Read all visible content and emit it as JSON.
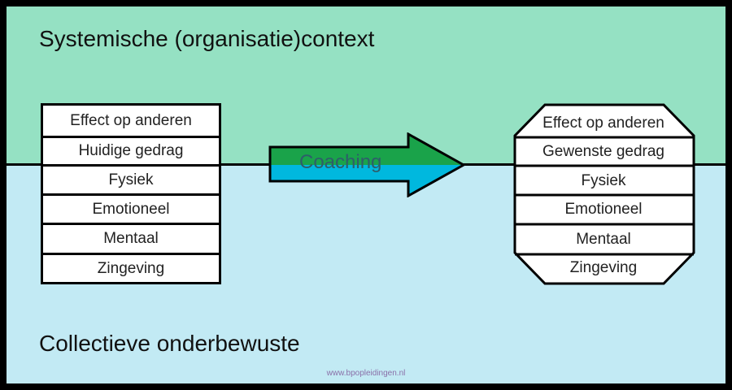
{
  "top_zone": {
    "title": "Systemische (organisatie)context",
    "color": "#95e1c3"
  },
  "bottom_zone": {
    "title": "Collectieve onderbewuste",
    "color": "#c2eaf4"
  },
  "left_stack": {
    "layers": [
      "Effect op anderen",
      "Huidige gedrag",
      "Fysiek",
      "Emotioneel",
      "Mentaal",
      "Zingeving"
    ]
  },
  "arrow": {
    "label": "Coaching",
    "top_color": "#1aa34a",
    "bottom_color": "#00b8de"
  },
  "right_stack": {
    "layers": [
      "Effect op anderen",
      "Gewenste gedrag",
      "Fysiek",
      "Emotioneel",
      "Mentaal",
      "Zingeving"
    ]
  },
  "footer": {
    "text": "www.bpopleidingen.nl"
  }
}
